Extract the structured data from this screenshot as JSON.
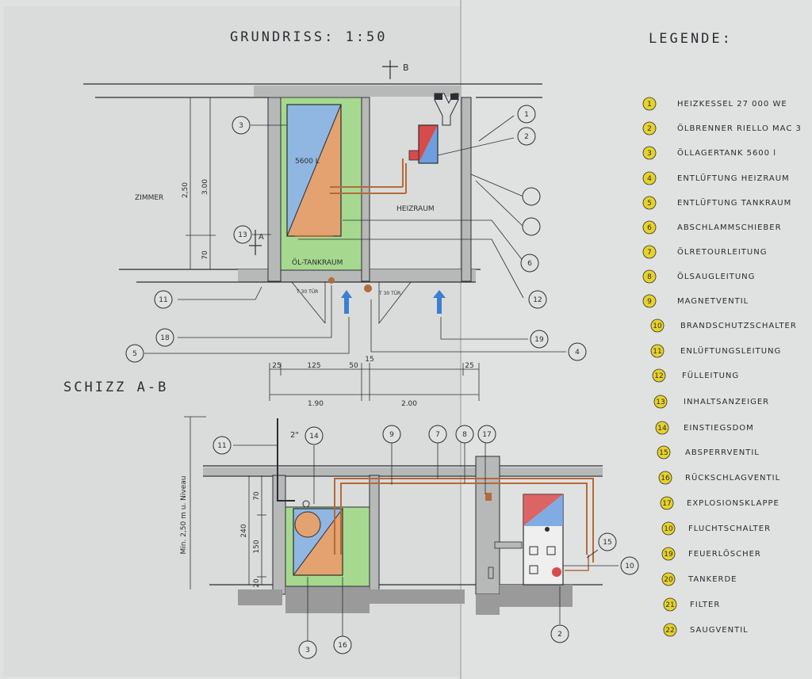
{
  "titles": {
    "grundriss": "GRUNDRISS: 1:50",
    "legende": "LEGENDE:",
    "skizze": "SCHIZZ A-B",
    "section_mark_b": "B",
    "section_mark_a": "A"
  },
  "rooms": {
    "zimmer": "ZIMMER",
    "heizraum": "HEIZRAUM",
    "oltankraum": "ÖL-TANKRAUM",
    "tank_volume": "5600 L"
  },
  "doors": {
    "left": "T 30 TÜR",
    "right": "T 30 TÜR"
  },
  "dimensions": {
    "v_total": "2,50",
    "v_inner": "3.00",
    "v_bottom": "70",
    "h_a": "25",
    "h_b": "125",
    "h_c": "50",
    "h_d": "15",
    "h_e": "25",
    "h_total1": "1.90",
    "h_total2": "2.00",
    "sec_total": "240",
    "sec_a": "70",
    "sec_b": "150",
    "sec_c": "20",
    "pipe": "2\"",
    "niveau": "Min. 2,50 m u. Niveau"
  },
  "callouts": {
    "c1": "1",
    "c2": "2",
    "c3": "3",
    "c4": "4",
    "c5": "5",
    "c6": "6",
    "c7": "7",
    "c8": "8",
    "c9": "9",
    "c10": "10",
    "c11": "11",
    "c12": "12",
    "c13": "13",
    "c14": "14",
    "c15": "15",
    "c16": "16",
    "c17": "17",
    "c18": "18",
    "c19": "19"
  },
  "legend": [
    {
      "num": "1",
      "text": "HEIZKESSEL   27 000 WE"
    },
    {
      "num": "2",
      "text": "ÖLBRENNER   RIELLO  MAC 3"
    },
    {
      "num": "3",
      "text": "ÖLLAGERTANK   5600 l"
    },
    {
      "num": "4",
      "text": "ENTLÜFTUNG   HEIZRAUM"
    },
    {
      "num": "5",
      "text": "ENTLÜFTUNG   TANKRAUM"
    },
    {
      "num": "6",
      "text": "ABSCHLAMMSCHIEBER"
    },
    {
      "num": "7",
      "text": "ÖLRETOURLEITUNG"
    },
    {
      "num": "8",
      "text": "ÖLSAUGLEITUNG"
    },
    {
      "num": "9",
      "text": "MAGNETVENTIL"
    },
    {
      "num": "10",
      "text": "BRANDSCHUTZSCHALTER"
    },
    {
      "num": "11",
      "text": "ENLÜFTUNGSLEITUNG"
    },
    {
      "num": "12",
      "text": "FÜLLEITUNG"
    },
    {
      "num": "13",
      "text": "INHALTSANZEIGER"
    },
    {
      "num": "14",
      "text": "EINSTIEGSDOM"
    },
    {
      "num": "15",
      "text": "ABSPERRVENTIL"
    },
    {
      "num": "16",
      "text": "RÜCKSCHLAGVENTIL"
    },
    {
      "num": "17",
      "text": "EXPLOSIONSKLAPPE"
    },
    {
      "num": "10",
      "text": "FLUCHTSCHALTER"
    },
    {
      "num": "19",
      "text": "FEUERLÖSCHER"
    },
    {
      "num": "20",
      "text": "TANKERDE"
    },
    {
      "num": "21",
      "text": "FILTER"
    },
    {
      "num": "22",
      "text": "SAUGVENTIL"
    }
  ],
  "colors": {
    "paper": "#dfe2e0",
    "ink": "#2c2d33",
    "tank_blue": "#8fb7e2",
    "tank_orange": "#e3a26f",
    "green": "#a6d98f",
    "red": "#d74b4b",
    "brown": "#b56a3a",
    "legend_yellow": "#e6d22a"
  }
}
